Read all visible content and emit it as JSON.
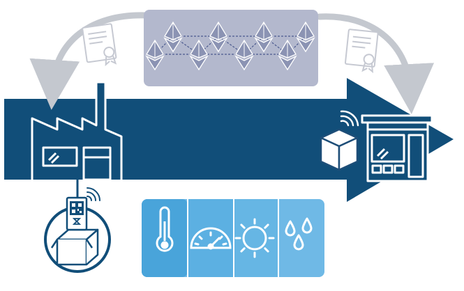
{
  "diagram": {
    "colors": {
      "arrow": "#114e79",
      "line_art": "#ffffff",
      "curve_arrow": "#c4c8cf",
      "chain_panel": "#b3b8cd",
      "chain_node": "#8b93b3",
      "chain_link": "#4b5a8e",
      "sensor_tile_dark": "#49a4da",
      "sensor_tile_light": "#6fb9e6",
      "certificate": "#c6c9d2",
      "box_outline": "#1e4e78"
    },
    "nodes": [
      {
        "id": "factory",
        "icon": "factory-icon"
      },
      {
        "id": "retail-store",
        "icon": "store-icon"
      },
      {
        "id": "package",
        "icon": "package-icon"
      },
      {
        "id": "blockchain",
        "icon": "ethereum-network-icon"
      },
      {
        "id": "certificate-left",
        "icon": "certificate-icon"
      },
      {
        "id": "certificate-right",
        "icon": "certificate-icon"
      },
      {
        "id": "qr-tagged-box",
        "icon": "qr-tag-box-icon"
      }
    ],
    "sensors": [
      {
        "name": "temperature",
        "icon": "thermometer-icon"
      },
      {
        "name": "pressure",
        "icon": "gauge-icon"
      },
      {
        "name": "light",
        "icon": "sun-icon"
      },
      {
        "name": "humidity",
        "icon": "water-drops-icon"
      }
    ]
  }
}
